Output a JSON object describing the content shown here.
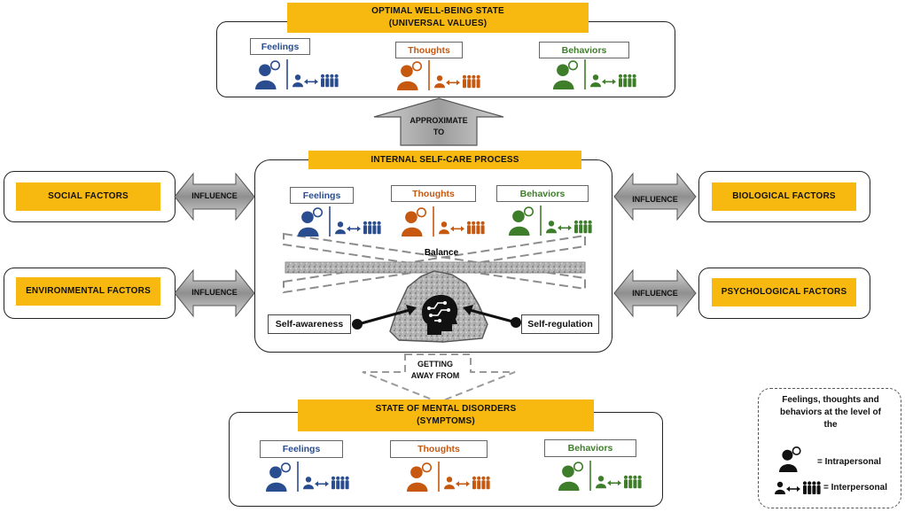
{
  "optimal": {
    "title_line1": "OPTIMAL WELL-BEING STATE",
    "title_line2": "(UNIVERSAL VALUES)",
    "feelings": "Feelings",
    "thoughts": "Thoughts",
    "behaviors": "Behaviors"
  },
  "approximate": {
    "line1": "APPROXIMATE",
    "line2": "TO"
  },
  "internal": {
    "title": "INTERNAL SELF-CARE PROCESS",
    "feelings": "Feelings",
    "thoughts": "Thoughts",
    "behaviors": "Behaviors",
    "balance": "Balance",
    "self_awareness": "Self-awareness",
    "self_regulation": "Self-regulation"
  },
  "factors": {
    "social": "SOCIAL FACTORS",
    "environmental": "ENVIRONMENTAL FACTORS",
    "biological": "BIOLOGICAL FACTORS",
    "psychological": "PSYCHOLOGICAL FACTORS",
    "influence": "INFLUENCE"
  },
  "getting_away": {
    "line1": "GETTING",
    "line2": "AWAY FROM"
  },
  "disorders": {
    "title_line1": "STATE OF MENTAL DISORDERS",
    "title_line2": "(SYMPTOMS)",
    "feelings": "Feelings",
    "thoughts": "Thoughts",
    "behaviors": "Behaviors"
  },
  "legend": {
    "line1": "Feelings, thoughts and",
    "line2": "behaviors at the level of",
    "line3": "the",
    "intrapersonal": "= Intrapersonal",
    "interpersonal": "= Interpersonal"
  },
  "colors": {
    "gold": "#f7b90f",
    "feelings": "#2a4d8f",
    "thoughts": "#c6580f",
    "behaviors": "#3e7d2a",
    "arrow_gray": "#9a9a9a"
  },
  "icons": [
    "intrapersonal-person-icon",
    "interpersonal-group-icon",
    "head-brain-icon",
    "influence-double-arrow-icon"
  ]
}
